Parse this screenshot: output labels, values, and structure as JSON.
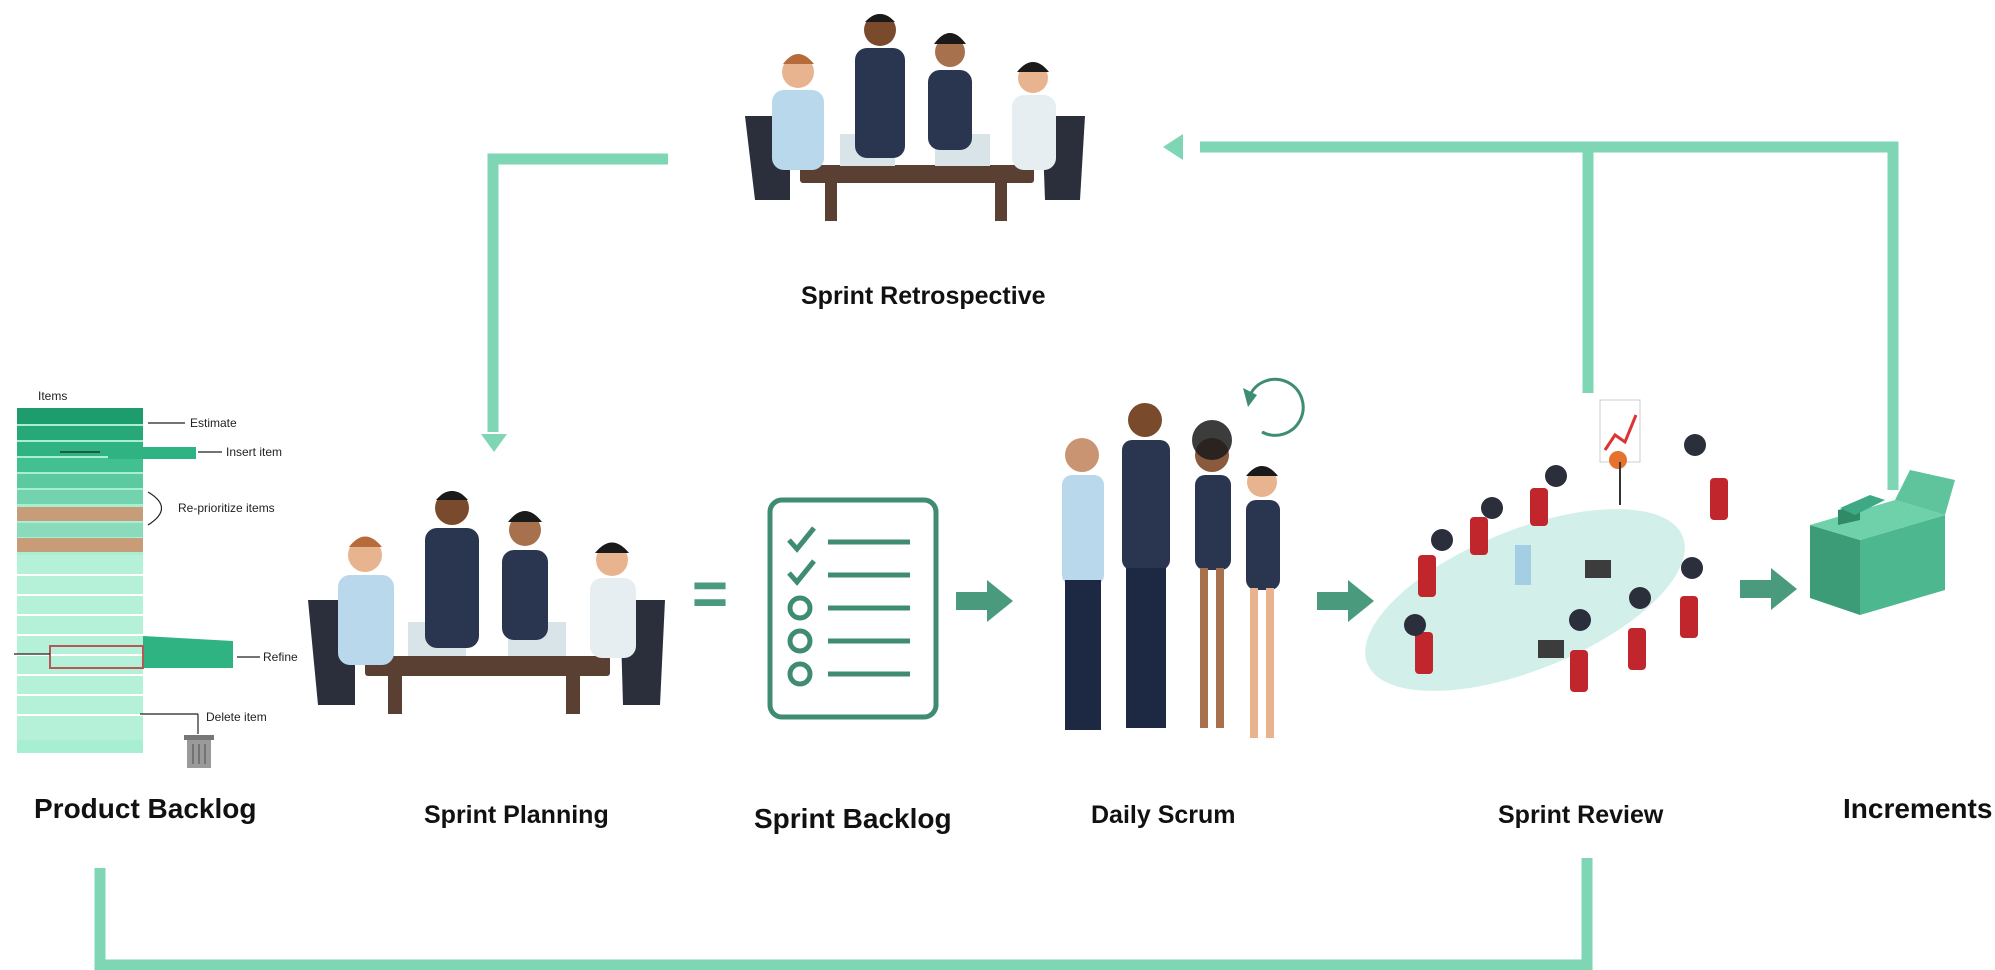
{
  "stages": {
    "product_backlog": "Product Backlog",
    "sprint_planning": "Sprint Planning",
    "sprint_backlog": "Sprint Backlog",
    "daily_scrum": "Daily Scrum",
    "sprint_review": "Sprint Review",
    "increments": "Increments",
    "sprint_retrospective": "Sprint Retrospective"
  },
  "backlog_annotations": {
    "items": "Items",
    "estimate": "Estimate",
    "insert_item": "Insert item",
    "reprioritize": "Re-prioritize items",
    "refine": "Refine",
    "delete_item": "Delete item"
  },
  "equals_sign": "=",
  "colors": {
    "loop_line": "#7ed6b5",
    "flow_arrow": "#4a9a7d",
    "checklist": "#3f8c70",
    "backlog_green": "#3fbf90",
    "backlog_brown": "#c9a07c",
    "increment_box": "#4db88f"
  },
  "icons": [
    "checklist-icon",
    "box-icon",
    "cycle-arrow-icon",
    "trash-icon"
  ]
}
